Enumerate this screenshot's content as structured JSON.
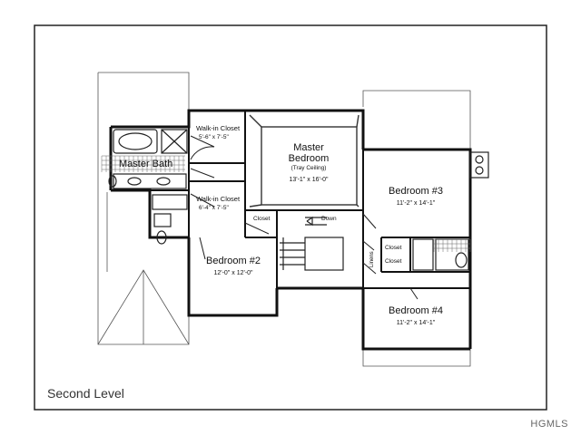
{
  "plan": {
    "caption": "Second Level",
    "watermark": "HGMLS",
    "rooms": {
      "master_bath": "Master Bath",
      "walkin_closet_1": "Walk-in Closet",
      "walkin_closet_1_dims": "5'-6\" x 7'-5\"",
      "walkin_closet_2": "Walk-in Closet",
      "walkin_closet_2_dims": "6'-4\" x 7'-5\"",
      "master_bedroom_line1": "Master",
      "master_bedroom_line2": "Bedroom",
      "master_bedroom_note": "(Tray Ceiling)",
      "master_bedroom_dims": "13'-1\" x 16'-0\"",
      "bedroom3": "Bedroom #3",
      "bedroom3_dims": "11'-2\" x 14'-1\"",
      "bedroom2": "Bedroom #2",
      "bedroom2_dims": "12'-0\" x 12'-0\"",
      "bedroom4": "Bedroom #4",
      "bedroom4_dims": "11'-2\" x 14'-1\"",
      "closet_hall": "Closet",
      "closet_upper": "Closet",
      "closet_lower": "Closet",
      "linens": "Linens",
      "stair_down": "Down"
    }
  }
}
